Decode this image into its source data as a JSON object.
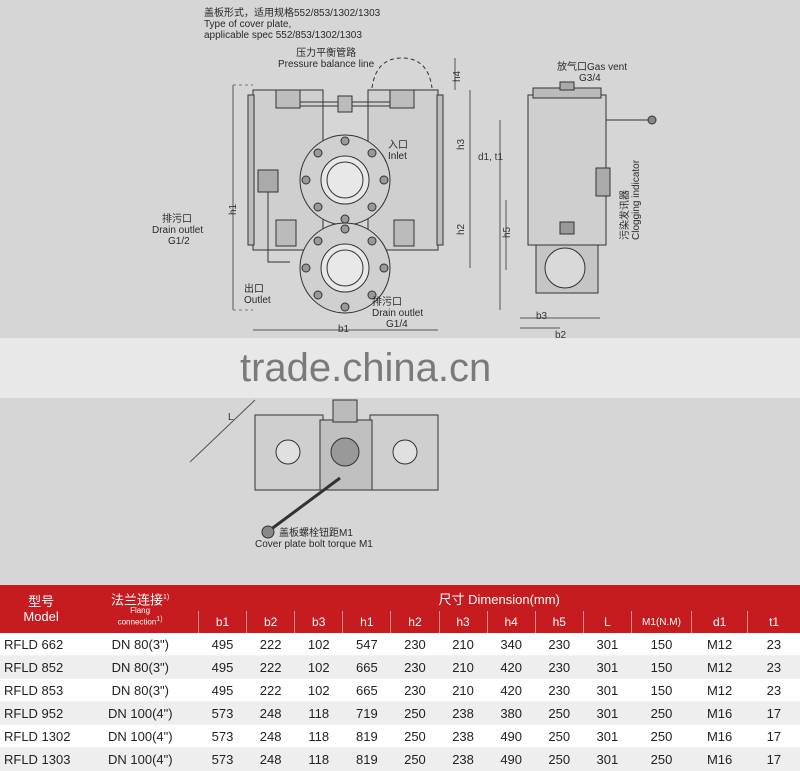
{
  "drawing": {
    "cover_plate_label": [
      "盖板形式，适用规格552/853/1302/1303",
      "Type of cover plate,",
      "applicable spec 552/853/1302/1303"
    ],
    "pressure_line_label": [
      "压力平衡管路",
      "Pressure balance line"
    ],
    "gas_vent_label": [
      "放气口Gas vent",
      "G3/4"
    ],
    "inlet_label": [
      "入口",
      "Inlet"
    ],
    "drain_left_label": [
      "排污口",
      "Drain outlet",
      "G1/2"
    ],
    "outlet_label": [
      "出口",
      "Outlet"
    ],
    "drain_bottom_label": [
      "排污口",
      "Drain outlet",
      "G1/4"
    ],
    "clogging_label": [
      "污染发讯器",
      "Clogging indicator"
    ],
    "bolt_torque_label": [
      "盖板螺栓钮距M1",
      "Cover plate bolt torque M1"
    ],
    "dims": {
      "h1": "h1",
      "h2": "h2",
      "h3": "h3",
      "h4": "h4",
      "h5": "h5",
      "b1": "b1",
      "b2": "b2",
      "b3": "b3",
      "d1t1": "d1, t1",
      "L": "L"
    },
    "watermark": "trade.china.cn"
  },
  "table": {
    "headers": {
      "model_cn": "型号",
      "model_en": "Model",
      "flange_cn": "法兰连接",
      "flange_sup": "1)",
      "flange_en": "Flang",
      "flange_en2": "connection",
      "flange_en2_sup": "1)",
      "dimension": "尺寸 Dimension(mm)",
      "cols": [
        "b1",
        "b2",
        "b3",
        "h1",
        "h2",
        "h3",
        "h4",
        "h5",
        "L",
        "M1(N.M)",
        "d1",
        "t1"
      ]
    },
    "rows": [
      {
        "model": "RFLD 662",
        "flange": "DN 80(3\")",
        "vals": [
          "495",
          "222",
          "102",
          "547",
          "230",
          "210",
          "340",
          "230",
          "301",
          "150",
          "M12",
          "23"
        ]
      },
      {
        "model": "RFLD 852",
        "flange": "DN 80(3\")",
        "vals": [
          "495",
          "222",
          "102",
          "665",
          "230",
          "210",
          "420",
          "230",
          "301",
          "150",
          "M12",
          "23"
        ]
      },
      {
        "model": "RFLD 853",
        "flange": "DN 80(3\")",
        "vals": [
          "495",
          "222",
          "102",
          "665",
          "230",
          "210",
          "420",
          "230",
          "301",
          "150",
          "M12",
          "23"
        ]
      },
      {
        "model": "RFLD 952",
        "flange": "DN 100(4\")",
        "vals": [
          "573",
          "248",
          "118",
          "719",
          "250",
          "238",
          "380",
          "250",
          "301",
          "250",
          "M16",
          "17"
        ]
      },
      {
        "model": "RFLD 1302",
        "flange": "DN 100(4\")",
        "vals": [
          "573",
          "248",
          "118",
          "819",
          "250",
          "238",
          "490",
          "250",
          "301",
          "250",
          "M16",
          "17"
        ]
      },
      {
        "model": "RFLD 1303",
        "flange": "DN 100(4\")",
        "vals": [
          "573",
          "248",
          "118",
          "819",
          "250",
          "238",
          "490",
          "250",
          "301",
          "250",
          "M16",
          "17"
        ]
      }
    ]
  }
}
